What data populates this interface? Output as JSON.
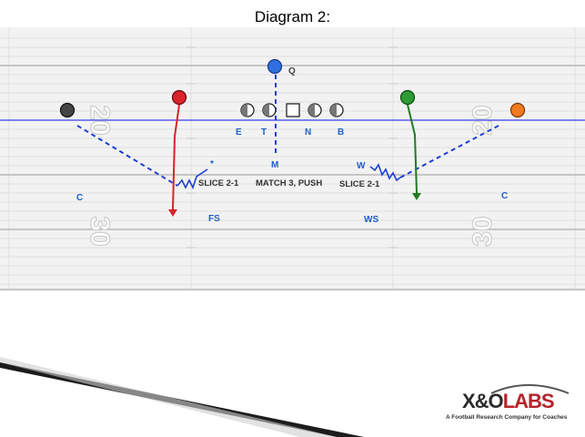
{
  "title": "Diagram 2:",
  "field": {
    "yard_numbers": [
      "20",
      "30",
      "20",
      "30"
    ]
  },
  "offense": {
    "qb_label": "Q",
    "line_labels": [
      "E",
      "T",
      "N",
      "B"
    ],
    "m_label": "M"
  },
  "defense_labels": {
    "c_left": "C",
    "c_right": "C",
    "fs": "FS",
    "ws": "WS",
    "w": "W",
    "star": "*"
  },
  "calls": {
    "slice_left": "SLICE 2-1",
    "match": "MATCH 3, PUSH",
    "slice_right": "SLICE 2-1"
  },
  "logo": {
    "brand_left": "X&O",
    "brand_right": "LABS",
    "tagline": "A Football Research Company for Coaches"
  },
  "colors": {
    "route_blue": "#1f3fd6",
    "red_player": "#d9242a",
    "green_player": "#2e9b35",
    "orange_player": "#f07a1f",
    "qb_blue": "#2f6fe0",
    "label_blue": "#2060c8",
    "los_line": "#5a5af0"
  }
}
